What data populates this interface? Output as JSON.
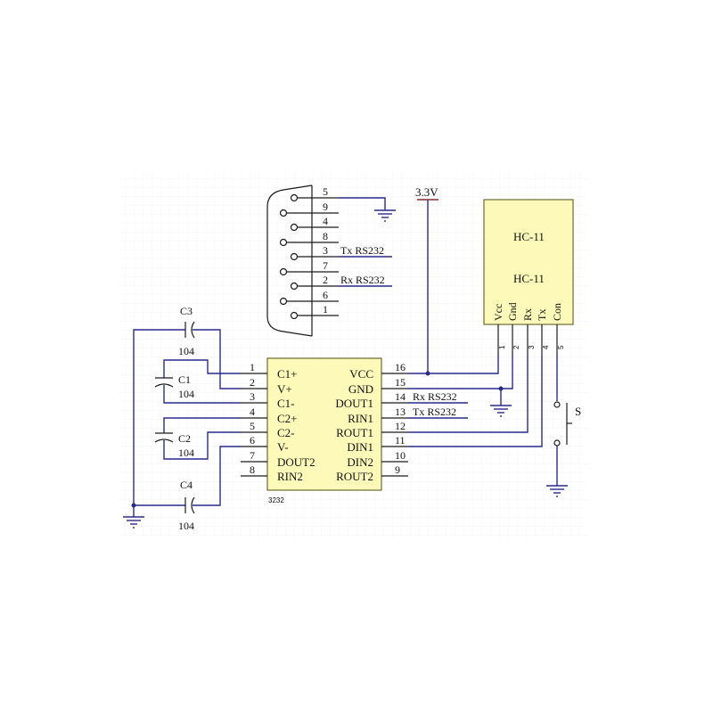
{
  "module": {
    "title1": "HC-11",
    "title2": "HC-11",
    "pins": [
      "Vcc",
      "Gnd",
      "Rx",
      "Tx",
      "Con"
    ],
    "pin_numbers": [
      "1",
      "2",
      "3",
      "4",
      "5"
    ]
  },
  "db9": {
    "pins": [
      "5",
      "9",
      "4",
      "8",
      "3",
      "7",
      "2",
      "6",
      "1"
    ],
    "tx_label": "Tx RS232",
    "rx_label": "Rx RS232"
  },
  "power_label": "3.3V",
  "chip": {
    "name": "3232",
    "left_pins": [
      {
        "num": "1",
        "name": "C1+"
      },
      {
        "num": "2",
        "name": "V+"
      },
      {
        "num": "3",
        "name": "C1-"
      },
      {
        "num": "4",
        "name": "C2+"
      },
      {
        "num": "5",
        "name": "C2-"
      },
      {
        "num": "6",
        "name": "V-"
      },
      {
        "num": "7",
        "name": "DOUT2"
      },
      {
        "num": "8",
        "name": "RIN2"
      }
    ],
    "right_pins": [
      {
        "num": "16",
        "name": "VCC"
      },
      {
        "num": "15",
        "name": "GND"
      },
      {
        "num": "14",
        "name": "DOUT1"
      },
      {
        "num": "13",
        "name": "RIN1"
      },
      {
        "num": "12",
        "name": "ROUT1"
      },
      {
        "num": "11",
        "name": "DIN1"
      },
      {
        "num": "10",
        "name": "DIN2"
      },
      {
        "num": "9",
        "name": "ROUT2"
      }
    ],
    "rx_label": "Rx RS232",
    "tx_label": "Tx RS232"
  },
  "capacitors": [
    {
      "name": "C3",
      "value": "104"
    },
    {
      "name": "C1",
      "value": "104"
    },
    {
      "name": "C2",
      "value": "104"
    },
    {
      "name": "C4",
      "value": "104"
    }
  ],
  "switch_label": "S"
}
